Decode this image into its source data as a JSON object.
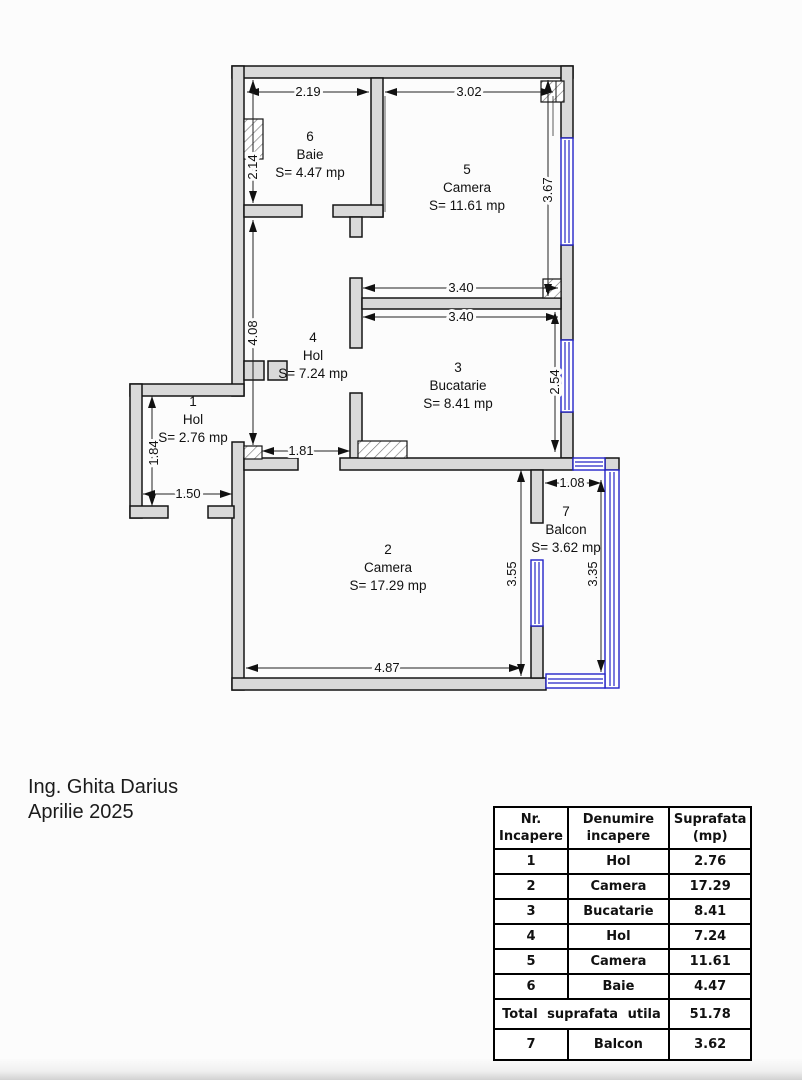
{
  "signature": {
    "line1": "Ing. Ghita Darius",
    "line2": "Aprilie 2025"
  },
  "rooms": [
    {
      "number": "6",
      "name": "Baie",
      "area_label": "S= 4.47 mp"
    },
    {
      "number": "5",
      "name": "Camera",
      "area_label": "S= 11.61 mp"
    },
    {
      "number": "4",
      "name": "Hol",
      "area_label": "S= 7.24 mp"
    },
    {
      "number": "3",
      "name": "Bucatarie",
      "area_label": "S= 8.41 mp"
    },
    {
      "number": "1",
      "name": "Hol",
      "area_label": "S= 2.76 mp"
    },
    {
      "number": "2",
      "name": "Camera",
      "area_label": "S= 17.29 mp"
    },
    {
      "number": "7",
      "name": "Balcon",
      "area_label": "S= 3.62 mp"
    }
  ],
  "dims": [
    {
      "id": "baie-top-width",
      "value": "2.19"
    },
    {
      "id": "camera5-top-width",
      "value": "3.02"
    },
    {
      "id": "baie-left-height",
      "value": "2.14"
    },
    {
      "id": "camera5-right-height",
      "value": "3.67"
    },
    {
      "id": "kitchen-wall-top",
      "value": "3.40"
    },
    {
      "id": "kitchen-wall-bottom",
      "value": "3.40"
    },
    {
      "id": "hol4-left-height",
      "value": "4.08"
    },
    {
      "id": "bucatarie-right-height",
      "value": "2.54"
    },
    {
      "id": "hol1-left-height",
      "value": "1.84"
    },
    {
      "id": "hol1-bottom-width",
      "value": "1.50"
    },
    {
      "id": "hol4-door-width",
      "value": "1.81"
    },
    {
      "id": "camera2-bottom-width",
      "value": "4.87"
    },
    {
      "id": "camera2-right-height",
      "value": "3.55"
    },
    {
      "id": "balcon-top-width",
      "value": "1.08"
    },
    {
      "id": "balcon-right-height",
      "value": "3.35"
    }
  ],
  "table": {
    "headers": [
      {
        "l1": "Nr.",
        "l2": "Incapere"
      },
      {
        "l1": "Denumire",
        "l2": "incapere"
      },
      {
        "l1": "Suprafata",
        "l2": "(mp)"
      }
    ],
    "rows": [
      {
        "nr": "1",
        "name": "Hol",
        "area": "2.76"
      },
      {
        "nr": "2",
        "name": "Camera",
        "area": "17.29"
      },
      {
        "nr": "3",
        "name": "Bucatarie",
        "area": "8.41"
      },
      {
        "nr": "4",
        "name": "Hol",
        "area": "7.24"
      },
      {
        "nr": "5",
        "name": "Camera",
        "area": "11.61"
      },
      {
        "nr": "6",
        "name": "Baie",
        "area": "4.47"
      }
    ],
    "total_label": "Total suprafata utila",
    "total_value": "51.78",
    "extra_row": {
      "nr": "7",
      "name": "Balcon",
      "area": "3.62"
    }
  },
  "colors": {
    "wall_fill": "#d9d9d9",
    "window_blue": "#2424c8",
    "line": "#222222"
  }
}
